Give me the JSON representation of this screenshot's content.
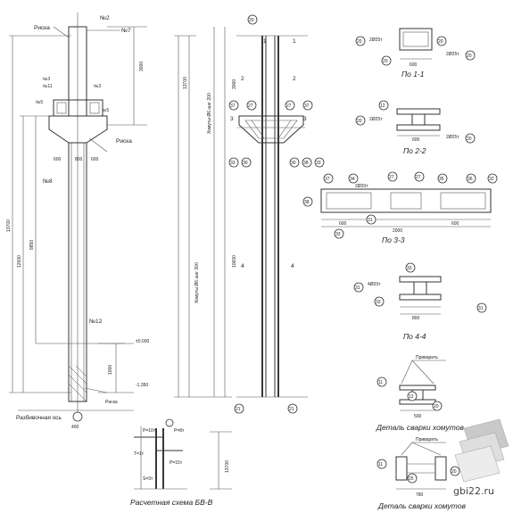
{
  "left": {
    "risk": "Риска",
    "risk_bottom": "Риска",
    "n7": "№7",
    "n2": "№2",
    "n3": "№3",
    "n11": "№11",
    "n5": "№5",
    "n8": "№8",
    "n12": "№12",
    "dim600": "600",
    "dim800": "800",
    "dim400": "400",
    "dim_total": "13700",
    "dim_lower": "12600",
    "dim_mid": "8850",
    "dim_top": "3000",
    "dim_base": "1000",
    "level0": "±0.000",
    "level_low": "-1.350",
    "axis": "Разбивочная ось"
  },
  "middle": {
    "s1": "1",
    "s2": "2",
    "s3": "3",
    "s4": "4",
    "clamps_top": "Хомуты Ø6 шаг 200",
    "clamps_bottom": "Хомуты Ø6 шаг 300",
    "dim_a": "13700",
    "dim_b": "3000",
    "dim_c": "10600"
  },
  "markers": {
    "m11": "11",
    "m12": "12",
    "m20": "20",
    "m21": "21",
    "m25": "25",
    "m27": "27",
    "m30": "30",
    "m31": "31",
    "m32": "32",
    "m33": "33",
    "m34": "34",
    "m35": "35",
    "m36": "36",
    "m37": "37",
    "m38": "38"
  },
  "sections": {
    "s11": {
      "left": "2Ø25т",
      "right": "2Ø25т",
      "width": "600",
      "title": "По 1-1"
    },
    "s22": {
      "left": "2Ø25т",
      "right": "2Ø25т",
      "width": "600",
      "title": "По 2-2"
    },
    "s33": {
      "top": "2Ø20т",
      "width": "2000",
      "side": "600",
      "title": "По 3-3"
    },
    "s44": {
      "left": "4Ø20т",
      "width": "800",
      "title": "По 4-4"
    }
  },
  "welds": {
    "label": "Приварить",
    "w1": "500",
    "w2": "780",
    "title": "Деталь сварки хомутов"
  },
  "scheme": {
    "p1": "P=10т",
    "p2": "P=8т",
    "p3": "P=15т",
    "t": "T=1т",
    "s": "S=3т",
    "dim": "13700",
    "title": "Расчетная схема БВ-В"
  },
  "brand": "gbi22.ru"
}
